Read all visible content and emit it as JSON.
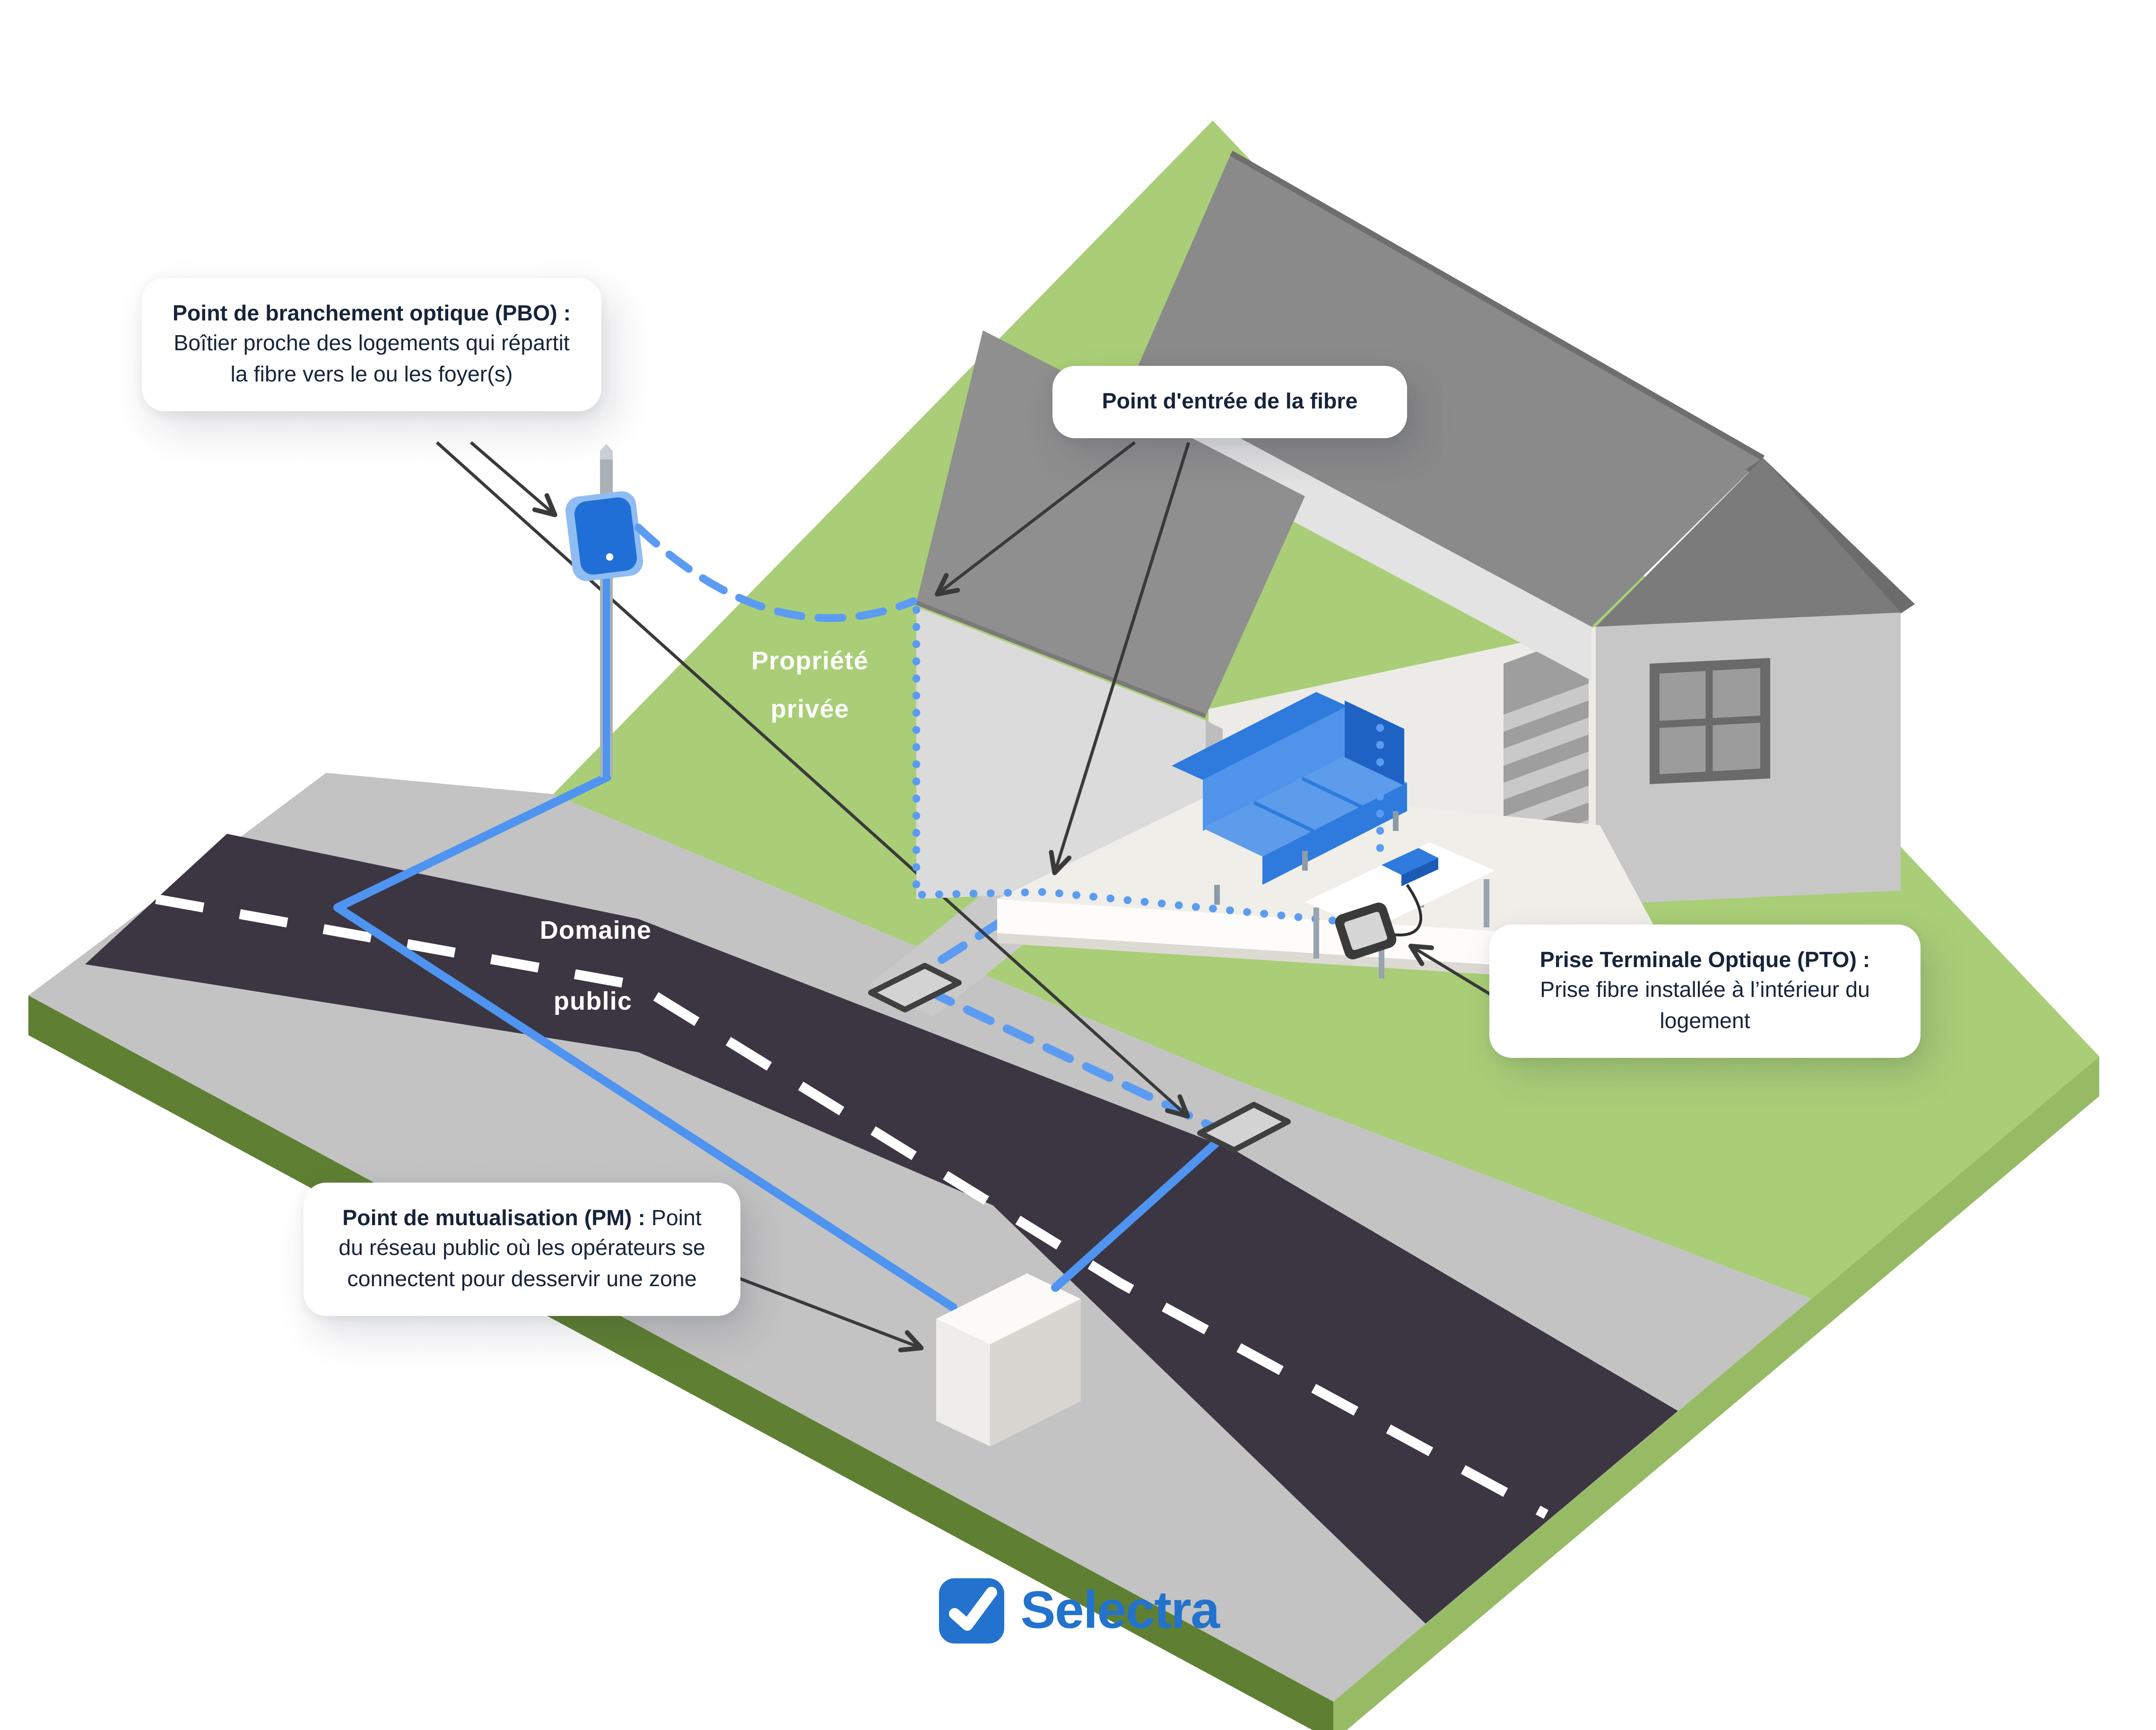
{
  "callouts": {
    "pbo": {
      "title": "Point de branchement optique (PBO) :",
      "body": "Boîtier proche des logements qui répartit la fibre vers le ou les foyer(s)"
    },
    "fiber_entry": {
      "title": "Point d'entrée de la fibre"
    },
    "pto": {
      "title": "Prise Terminale Optique (PTO) :",
      "body": "Prise fibre installée à l’intérieur du logement"
    },
    "pm": {
      "title": "Point de mutualisation (PM) :",
      "body": "Point du réseau public où les opérateurs se connectent pour desservir une zone"
    }
  },
  "zones": {
    "private_line1": "Propriété",
    "private_line2": "privée",
    "public_line1": "Domaine",
    "public_line2": "public"
  },
  "brand": {
    "name": "Selectra"
  },
  "icons": {
    "selectra-check-icon": "✓"
  },
  "palette": {
    "fiber_blue": "#4E94F0",
    "brand_blue": "#2272CE",
    "grass_green": "#A9CE77",
    "grass_side_sw": "#5F8033",
    "grass_side_se": "#97BB64",
    "road_dark": "#3B3642",
    "sidewalk_gray": "#C3C3C3",
    "roof_gray": "#8A8A8A",
    "couch_blue": "#2E7BDD",
    "callout_text": "#16243A"
  }
}
